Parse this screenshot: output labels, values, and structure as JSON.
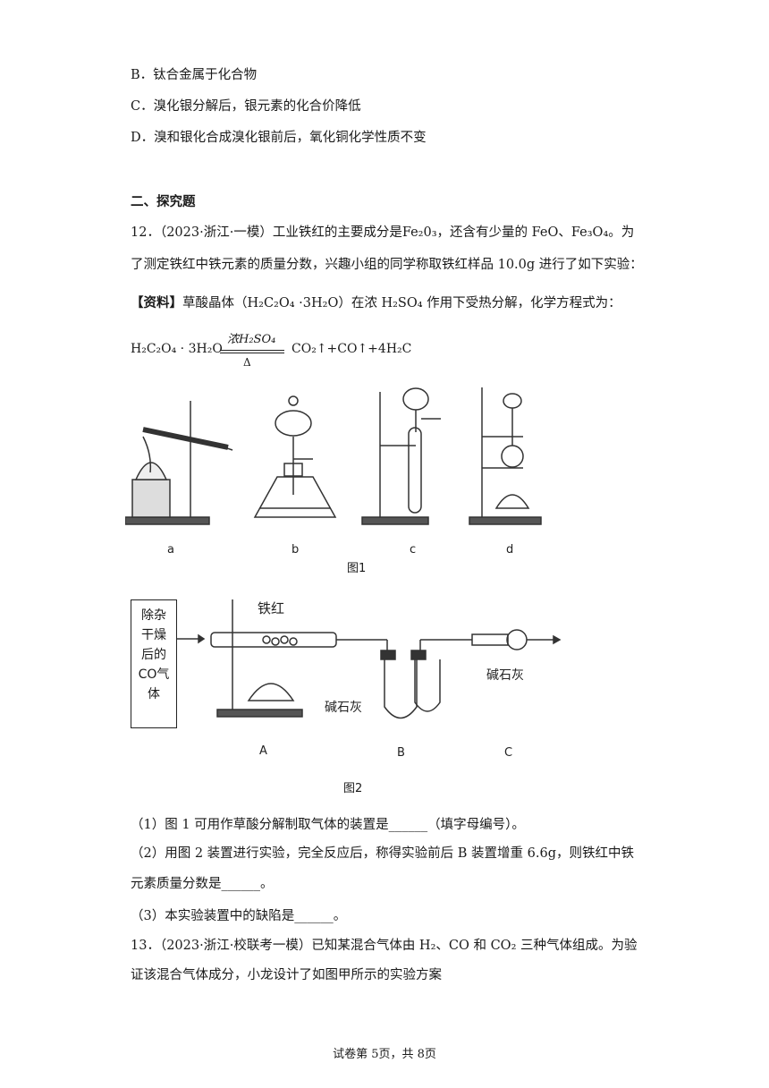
{
  "options": {
    "b": "B．钛合金属于化合物",
    "c": "C．溴化银分解后，银元素的化合价降低",
    "d": "D．溴和银化合成溴化银前后，氧化铜化学性质不变"
  },
  "section_title": "二、探究题",
  "q12": {
    "line1_a": "12．（2023·浙江·一模）工业铁红的主要成分是",
    "line1_formula": "Fe₂0₃",
    "line1_b": "，还含有少量的 FeO、",
    "line1_formula2": "Fe₃O₄",
    "line1_c": "。为",
    "line2": "了测定铁红中铁元素的质量分数，兴趣小组的同学称取铁红样品 10.0g 进行了如下实验：",
    "line3_a": "【资料】",
    "line3_b": "草酸晶体（H₂C₂O₄ ·3H₂O）在浓 H₂SO₄ 作用下受热分解，化学方程式为：",
    "eq_left": "H₂C₂O₄ · 3H₂O",
    "eq_top": "浓H₂SO₄",
    "eq_bottom": "Δ",
    "eq_right": "CO₂↑+CO↑+4H₂C"
  },
  "fig1": {
    "labels": [
      "a",
      "b",
      "c",
      "d"
    ],
    "caption": "图1"
  },
  "fig2": {
    "box_text": [
      "除杂",
      "干燥",
      "后的",
      "CO气",
      "体"
    ],
    "label_tiehong": "铁红",
    "label_jianshihui_b": "碱石灰",
    "label_jianshihui_c": "碱石灰",
    "labels": [
      "A",
      "B",
      "C"
    ],
    "caption": "图2"
  },
  "questions": {
    "q1": "（1）图 1 可用作草酸分解制取气体的装置是______（填字母编号）。",
    "q2_a": "（2）用图 2 装置进行实验，完全反应后，称得实验前后 B 装置增重 6.6g，则铁红中铁",
    "q2_b": "元素质量分数是______。",
    "q3": "（3）本实验装置中的缺陷是______。"
  },
  "q13": {
    "line1": "13．（2023·浙江·校联考一模）已知某混合气体由 H₂、CO 和 CO₂ 三种气体组成。为验",
    "line2": "证该混合气体成分，小龙设计了如图甲所示的实验方案"
  },
  "footer": "试卷第 5页，共 8页"
}
